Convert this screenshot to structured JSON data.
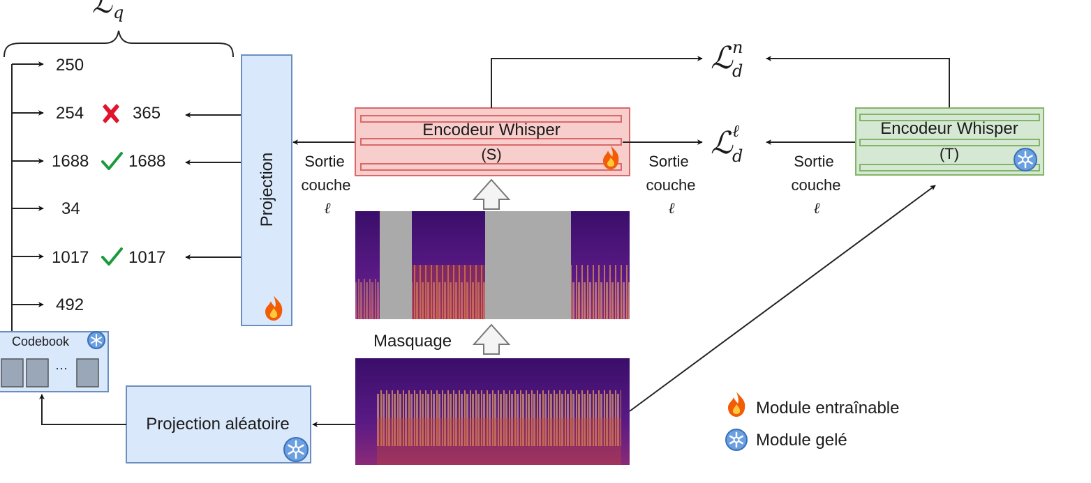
{
  "loss_q": {
    "symbol": "ℒ",
    "sub": "q"
  },
  "loss_dn": {
    "symbol": "ℒ",
    "sup": "n",
    "sub": "d"
  },
  "loss_dl": {
    "symbol": "ℒ",
    "sup": "ℓ",
    "sub": "d"
  },
  "targets": [
    "250",
    "254",
    "1688",
    "34",
    "1017",
    "492"
  ],
  "predictions": [
    "365",
    "1688",
    "1017"
  ],
  "projection_label": "Projection",
  "student_encoder": {
    "title": "Encodeur Whisper",
    "tag": "(S)"
  },
  "teacher_encoder": {
    "title": "Encodeur Whisper",
    "tag": "(T)"
  },
  "layer_output": {
    "line1": "Sortie",
    "line2": "couche",
    "line3": "ℓ"
  },
  "masking_label": "Masquage",
  "codebook": {
    "title": "Codebook",
    "ellipsis": "···"
  },
  "random_projection_label": "Projection aléatoire",
  "legend": {
    "trainable": "Module entraînable",
    "frozen": "Module gelé"
  },
  "colors": {
    "blue_fill": "#dae8fc",
    "blue_stroke": "#6c8ebf",
    "red_fill": "#f8cecc",
    "red_stroke": "#d9686a",
    "green_fill": "#d5e8d4",
    "green_stroke": "#82b366",
    "mask_gray": "#aaaaaa",
    "spectro_bg": "#4a1380",
    "check": "#1a9a3a",
    "cross": "#e0142c"
  }
}
